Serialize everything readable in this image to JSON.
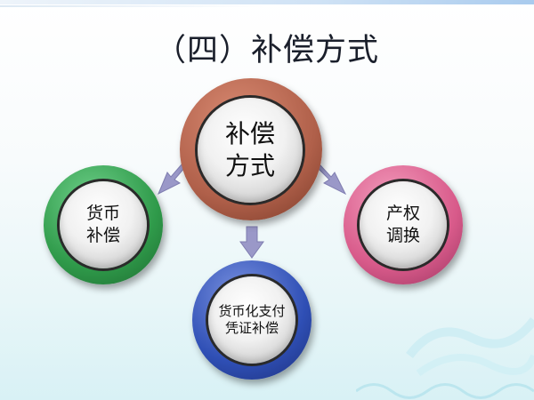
{
  "title": "（四）补偿方式",
  "center": {
    "line1": "补偿",
    "line2": "方式",
    "color": "#b0604a"
  },
  "nodes": [
    {
      "line1": "货币",
      "line2": "补偿",
      "color": "#2f9a4a"
    },
    {
      "line1": "货币化支付",
      "line2": "凭证补偿",
      "color": "#2f4fb5"
    },
    {
      "line1": "产权",
      "line2": "调换",
      "color": "#d85a8a"
    }
  ],
  "arrow_color": "#9a98c8"
}
